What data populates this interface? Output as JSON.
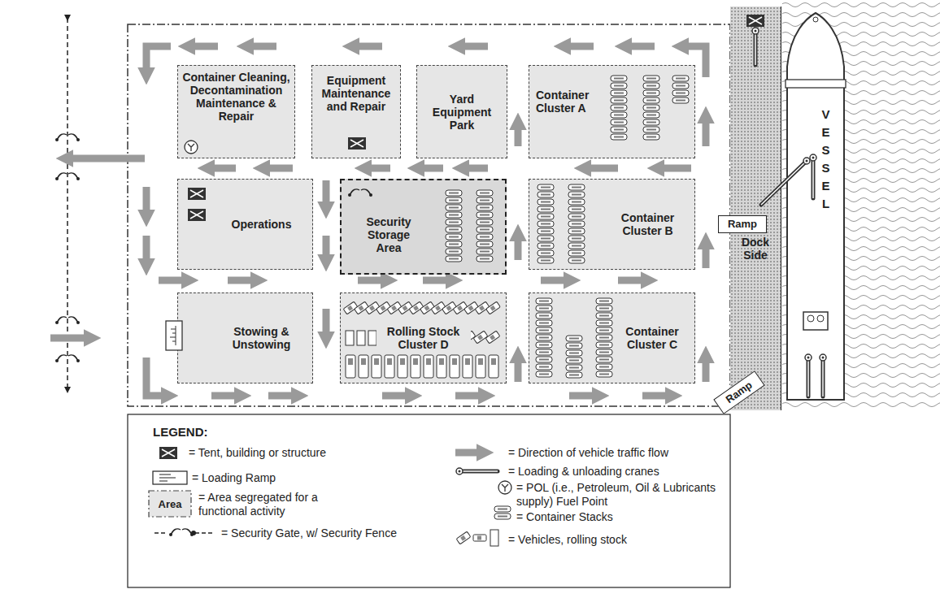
{
  "diagram": {
    "nodes": [
      {
        "text": [
          "Container Cleaning, Decontamination Maintenance & Repair"
        ]
      },
      {
        "text": [
          "Equipment Maintenance and Repair"
        ]
      },
      {
        "text": [
          "Yard Equipment Park"
        ]
      },
      {
        "text": [
          "Container Cluster A"
        ]
      },
      {
        "text": [
          "Operations"
        ]
      },
      {
        "text": [
          "Security Storage Area"
        ]
      },
      {
        "text": [
          "Container Cluster B"
        ]
      },
      {
        "text": [
          "Stowing & Unstowing"
        ]
      },
      {
        "text": [
          "Rolling Stock Cluster D"
        ]
      },
      {
        "text": [
          "Container Cluster C"
        ]
      },
      {
        "text": [
          "Dock Side"
        ]
      },
      {
        "text": [
          "VESSEL"
        ]
      },
      {
        "text": [
          "Ramp"
        ]
      },
      {
        "text": [
          "Ramp"
        ]
      }
    ],
    "labels": [
      "LEGEND:",
      "Area"
    ],
    "legend": [
      {
        "text": "= Tent, building or structure"
      },
      {
        "text": "= Loading Ramp"
      },
      {
        "text": "= Area segregated for a functional activity"
      },
      {
        "text": "= Security Gate, w/ Security Fence"
      },
      {
        "text": "= Direction of vehicle traffic flow"
      },
      {
        "text": "= Loading & unloading cranes"
      },
      {
        "text": "= POL (i.e., Petroleum, Oil & Lubricants supply) Fuel Point"
      },
      {
        "text": "= Container Stacks"
      },
      {
        "text": "= Vehicles, rolling stock"
      }
    ]
  }
}
